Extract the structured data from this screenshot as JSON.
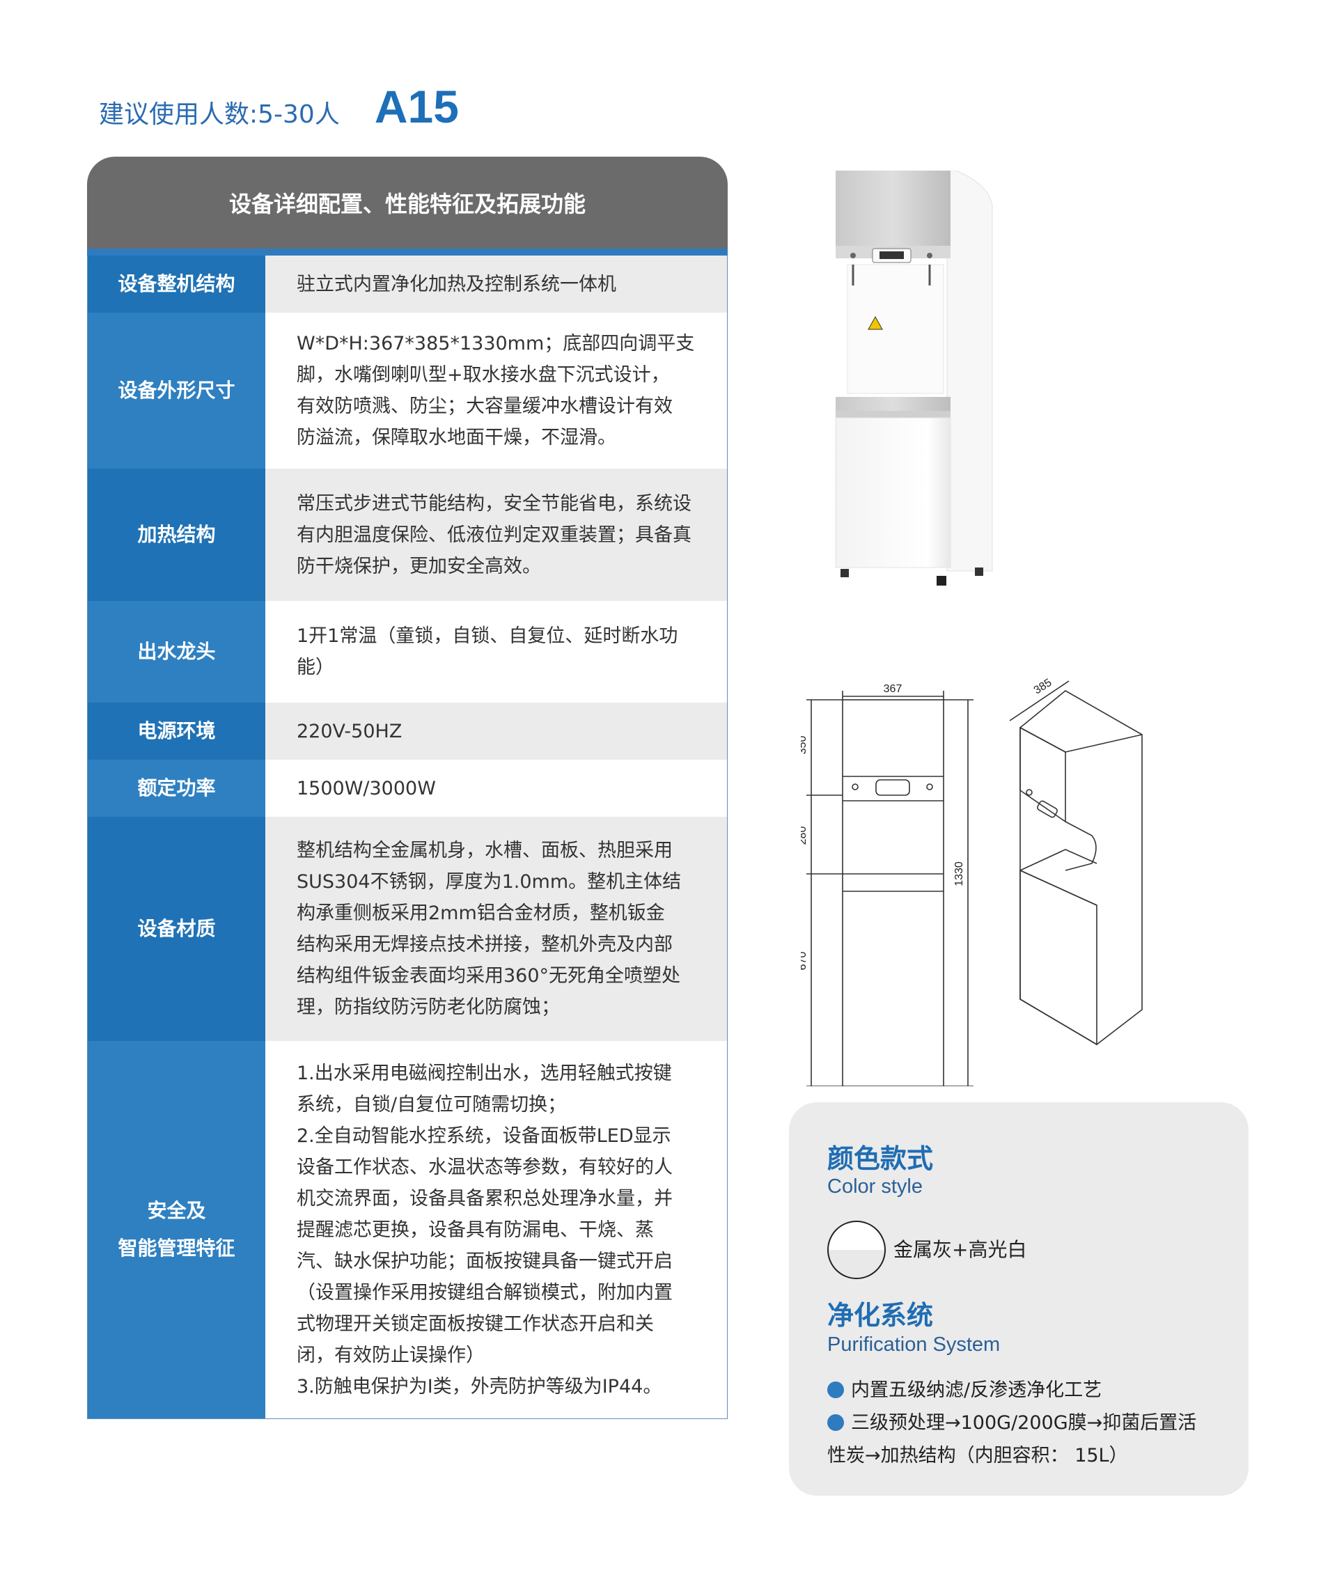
{
  "header": {
    "users_label": "建议使用人数:5-30人",
    "model": "A15"
  },
  "spec": {
    "title": "设备详细配置、性能特征及拓展功能",
    "rows": [
      {
        "label": "设备整机结构",
        "lines": [
          "驻立式内置净化加热及控制系统一体机"
        ]
      },
      {
        "label": "设备外形尺寸",
        "lines": [
          "W*D*H:367*385*1330mm；底部四向调平支",
          "脚，水嘴倒喇叭型+取水接水盘下沉式设计，",
          "有效防喷溅、防尘；大容量缓冲水槽设计有效",
          "防溢流，保障取水地面干燥，不湿滑。"
        ]
      },
      {
        "label": "加热结构",
        "lines": [
          "常压式步进式节能结构，安全节能省电，系统设",
          "有内胆温度保险、低液位判定双重装置；具备真",
          "防干烧保护，更加安全高效。"
        ]
      },
      {
        "label": "出水龙头",
        "lines": [
          "1开1常温（童锁，自锁、自复位、延时断水功",
          "能）"
        ]
      },
      {
        "label": "电源环境",
        "lines": [
          "220V-50HZ"
        ]
      },
      {
        "label": "额定功率",
        "lines": [
          "1500W/3000W"
        ]
      },
      {
        "label": "设备材质",
        "lines": [
          "整机结构全金属机身，水槽、面板、热胆采用",
          "SUS304不锈钢，厚度为1.0mm。整机主体结",
          "构承重侧板采用2mm铝合金材质，整机钣金",
          "结构采用无焊接点技术拼接，整机外壳及内部",
          "结构组件钣金表面均采用360°无死角全喷塑处",
          "理，防指纹防污防老化防腐蚀；"
        ]
      },
      {
        "label_line1": "安全及",
        "label_line2": "智能管理特征",
        "lines": [
          "1.出水采用电磁阀控制出水，选用轻触式按键",
          "系统，自锁/自复位可随需切换；",
          "2.全自动智能水控系统，设备面板带LED显示",
          "设备工作状态、水温状态等参数，有较好的人",
          "机交流界面，设备具备累积总处理净水量，并",
          "提醒滤芯更换，设备具有防漏电、干烧、蒸",
          "汽、缺水保护功能；面板按键具备一键式开启",
          "（设置操作采用按键组合解锁模式，附加内置",
          "式物理开关锁定面板按键工作状态开启和关",
          "闭，有效防止误操作）",
          "3.防触电保护为Ⅰ类，外壳防护等级为IP44。"
        ]
      }
    ]
  },
  "dimensions": {
    "width": "367",
    "depth": "385",
    "height_total": "1330",
    "seg_top": "350",
    "seg_mid": "280",
    "seg_bottom": "670"
  },
  "color_style": {
    "title_cn": "颜色款式",
    "title_en": "Color style",
    "swatch_label": "金属灰+高光白"
  },
  "purification": {
    "title_cn": "净化系统",
    "title_en": "Purification System",
    "item1": "内置五级纳滤/反渗透净化工艺",
    "item2_line1": "三级预处理→100G/200G膜→抑菌后置活",
    "item2_line2": "性炭→加热结构（内胆容积： 15L）"
  }
}
